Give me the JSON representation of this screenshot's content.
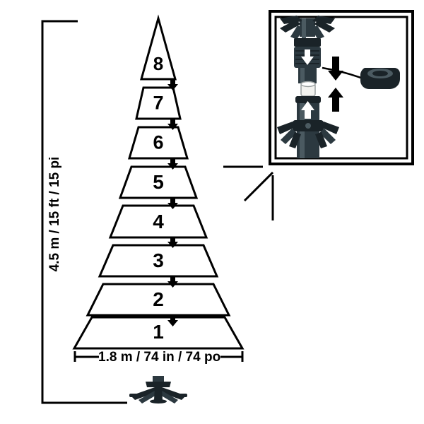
{
  "diagram": {
    "title_hidden": "",
    "tiers": [
      {
        "number": "8"
      },
      {
        "number": "7"
      },
      {
        "number": "6"
      },
      {
        "number": "5"
      },
      {
        "number": "4"
      },
      {
        "number": "3"
      },
      {
        "number": "2"
      },
      {
        "number": "1"
      }
    ],
    "height_dimension": "4.5 m / 15 ft / 15 pi",
    "width_dimension": "1.8 m / 74 in / 74 po",
    "colors": {
      "outline": "#000000",
      "background": "#ffffff",
      "pole_dark": "#1a2328",
      "pole_mid": "#2c3940",
      "pole_light": "#4b5a61",
      "inset_border": "#000000"
    },
    "inset": {
      "label": "pole-connection-detail",
      "arrows": [
        {
          "name": "down-arrow-collar"
        },
        {
          "name": "down-arrow-right"
        },
        {
          "name": "up-arrow-left"
        },
        {
          "name": "up-arrow-pole"
        }
      ]
    },
    "icons": {
      "tier_arrow": "down-arrow",
      "stand": "tree-stand-icon",
      "callout": "callout-line"
    }
  }
}
